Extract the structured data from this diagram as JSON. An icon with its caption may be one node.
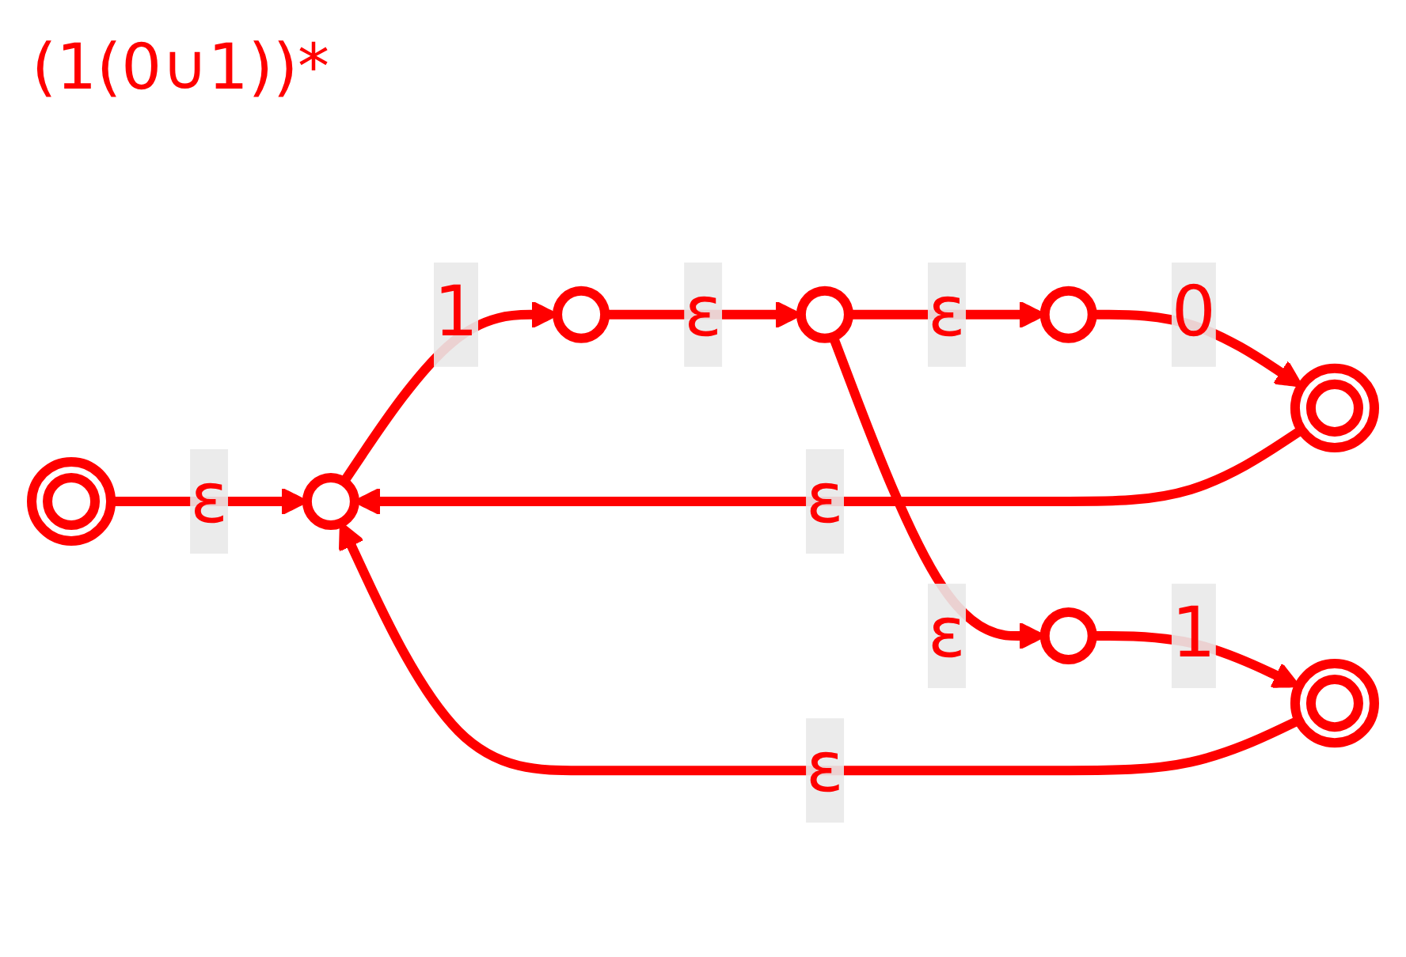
{
  "diagram": {
    "title": "(1(0∪1))*",
    "nodes": [
      {
        "text": [],
        "shape": "doublecircle"
      },
      {
        "text": [],
        "shape": "circle"
      },
      {
        "text": [],
        "shape": "circle"
      },
      {
        "text": [],
        "shape": "circle"
      },
      {
        "text": [],
        "shape": "circle"
      },
      {
        "text": [],
        "shape": "doublecircle"
      },
      {
        "text": [],
        "shape": "circle"
      },
      {
        "text": [],
        "shape": "doublecircle"
      }
    ],
    "edges": [
      {
        "from": 0,
        "to": 1,
        "arrow": "to",
        "label": "ε"
      },
      {
        "from": 1,
        "to": 2,
        "arrow": "to",
        "label": "1"
      },
      {
        "from": 2,
        "to": 3,
        "arrow": "to",
        "label": "ε"
      },
      {
        "from": 3,
        "to": 4,
        "arrow": "to",
        "label": "ε"
      },
      {
        "from": 4,
        "to": 5,
        "arrow": "to",
        "label": "0"
      },
      {
        "from": 3,
        "to": 6,
        "arrow": "to",
        "label": "ε"
      },
      {
        "from": 6,
        "to": 7,
        "arrow": "to",
        "label": "1"
      },
      {
        "from": 5,
        "to": 1,
        "arrow": "to",
        "label": "ε"
      },
      {
        "from": 7,
        "to": 1,
        "arrow": "to",
        "label": "ε"
      }
    ]
  }
}
